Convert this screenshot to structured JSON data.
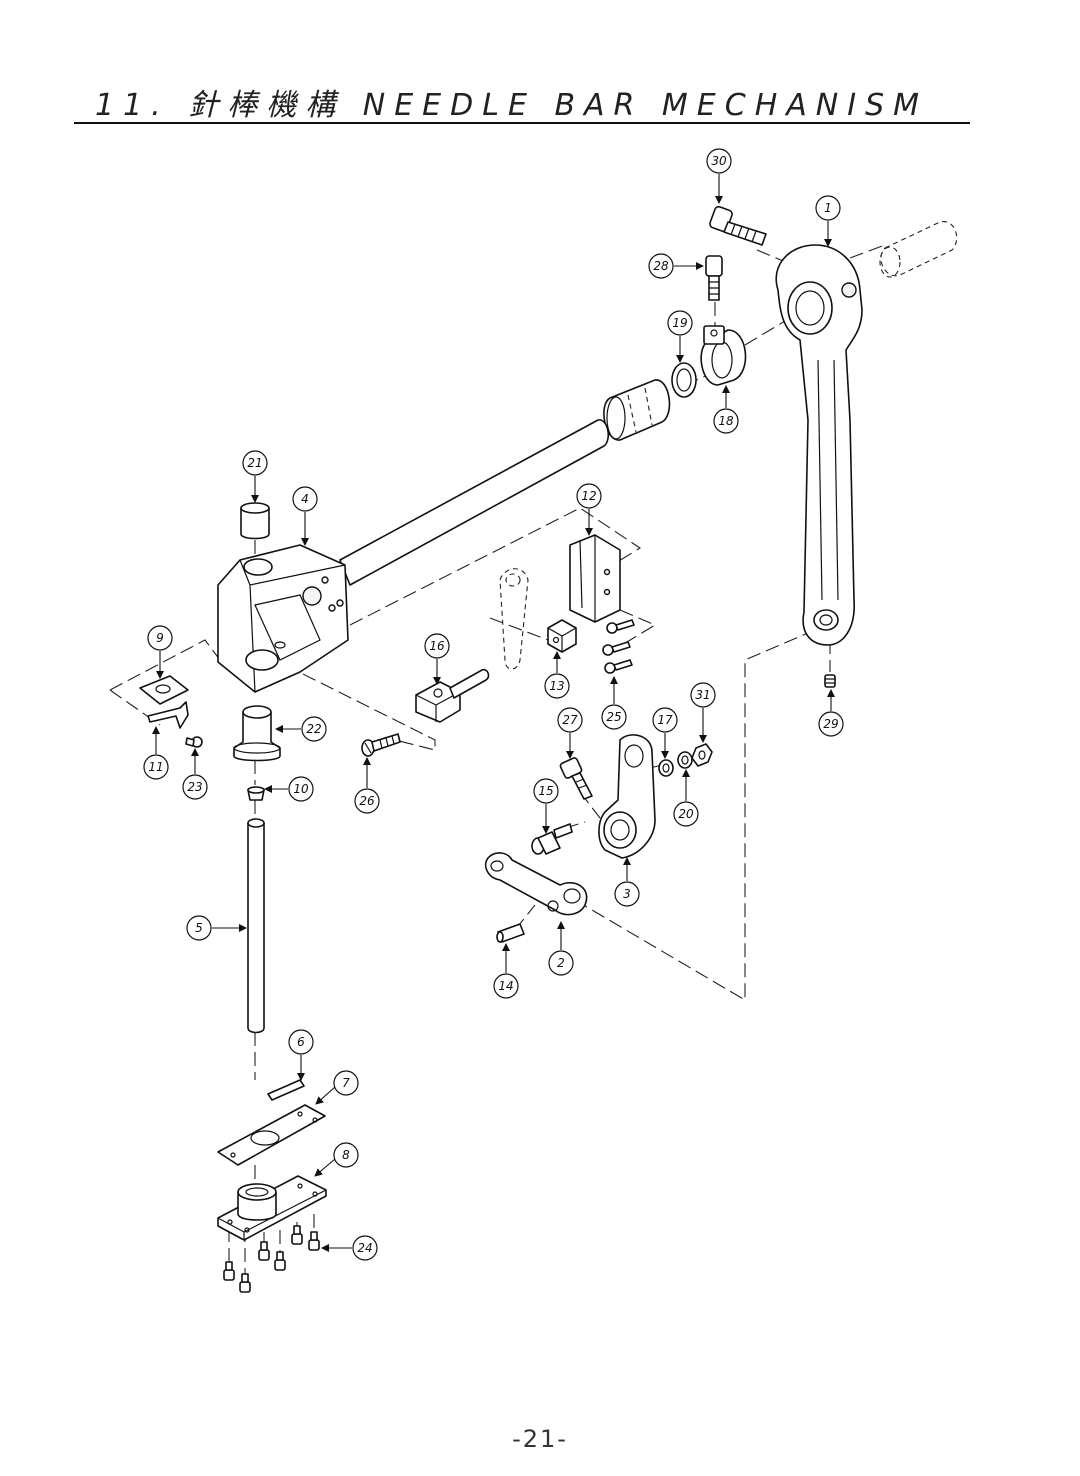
{
  "title": "11. 針棒機構 NEEDLE BAR MECHANISM",
  "page_number": "-21-",
  "callouts": [
    {
      "part": "30",
      "label": "30"
    },
    {
      "part": "1",
      "label": "1"
    },
    {
      "part": "28",
      "label": "28"
    },
    {
      "part": "19",
      "label": "19"
    },
    {
      "part": "18",
      "label": "18"
    },
    {
      "part": "21",
      "label": "21"
    },
    {
      "part": "4",
      "label": "4"
    },
    {
      "part": "12",
      "label": "12"
    },
    {
      "part": "9",
      "label": "9"
    },
    {
      "part": "16",
      "label": "16"
    },
    {
      "part": "13",
      "label": "13"
    },
    {
      "part": "25",
      "label": "25"
    },
    {
      "part": "31",
      "label": "31"
    },
    {
      "part": "29",
      "label": "29"
    },
    {
      "part": "22",
      "label": "22"
    },
    {
      "part": "27",
      "label": "27"
    },
    {
      "part": "17",
      "label": "17"
    },
    {
      "part": "11",
      "label": "11"
    },
    {
      "part": "23",
      "label": "23"
    },
    {
      "part": "10",
      "label": "10"
    },
    {
      "part": "26",
      "label": "26"
    },
    {
      "part": "15",
      "label": "15"
    },
    {
      "part": "20",
      "label": "20"
    },
    {
      "part": "3",
      "label": "3"
    },
    {
      "part": "5",
      "label": "5"
    },
    {
      "part": "2",
      "label": "2"
    },
    {
      "part": "14",
      "label": "14"
    },
    {
      "part": "6",
      "label": "6"
    },
    {
      "part": "7",
      "label": "7"
    },
    {
      "part": "8",
      "label": "8"
    },
    {
      "part": "24",
      "label": "24"
    }
  ]
}
